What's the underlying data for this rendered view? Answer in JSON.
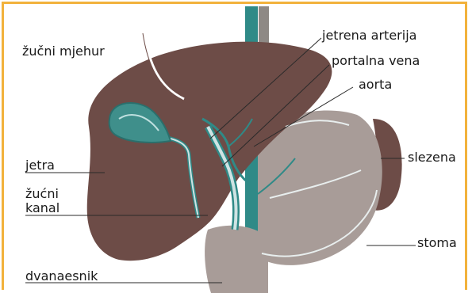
{
  "labels": {
    "gallbladder": "žučni mjehur",
    "hepatic_artery": "jetrena arterija",
    "portal_vein": "portalna vena",
    "aorta": "aorta",
    "spleen": "slezena",
    "liver": "jetra",
    "bile_duct_line1": "žućni",
    "bile_duct_line2": "kanal",
    "stomach": "stoma",
    "duodenum": "dvanaesnik"
  },
  "colors": {
    "frame": "#f2b23c",
    "liver": "#6d4c47",
    "stomach": "#a89c98",
    "gallbladder": "#3f8f8b",
    "vessel_teal": "#2f8a87",
    "vessel_light": "#cfe3e3",
    "leader_line": "#2a2a2a"
  }
}
